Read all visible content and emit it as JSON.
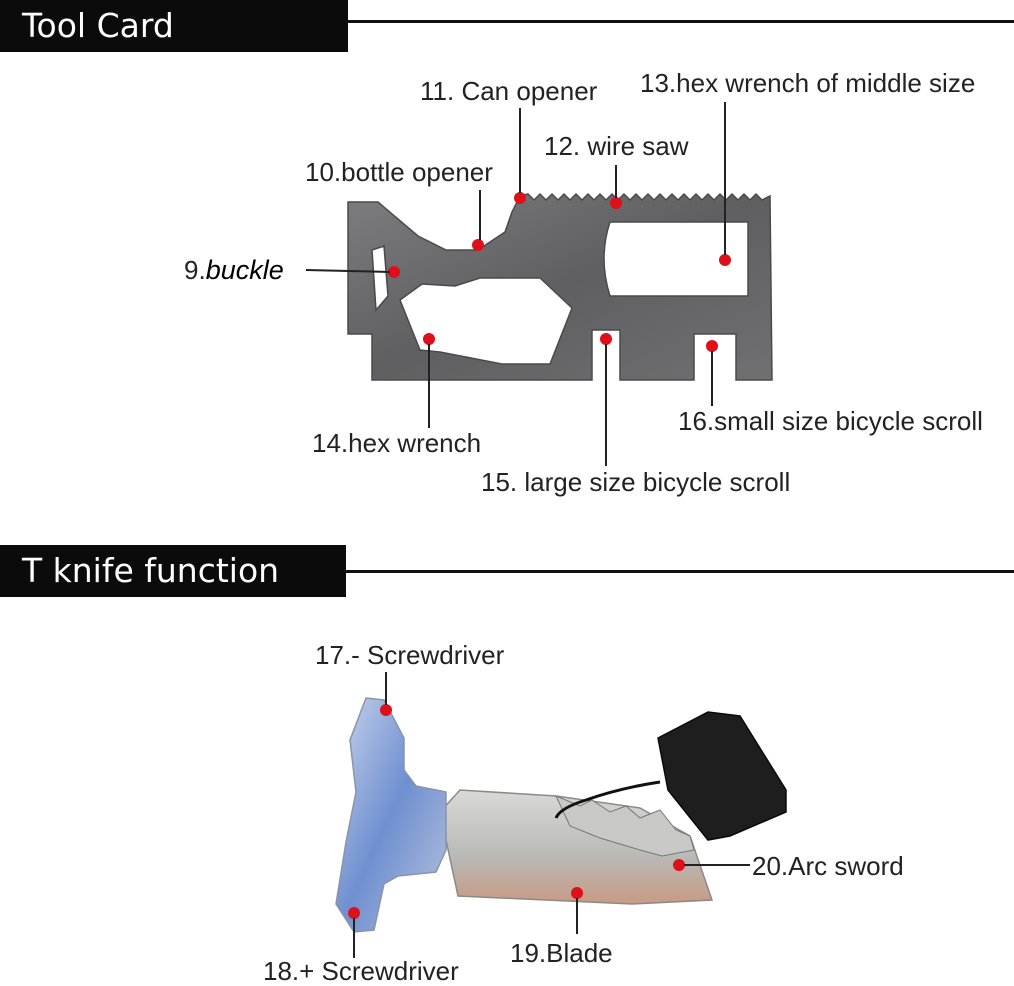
{
  "section1": {
    "title": "Tool Card Features",
    "labels": {
      "buckle_num": "9.",
      "buckle": "buckle",
      "bottle_opener": "10.bottle opener",
      "can_opener": "11. Can opener",
      "wire_saw": "12. wire saw",
      "hex_middle": "13.hex wrench of middle size",
      "hex_wrench": "14.hex wrench",
      "large_scroll": "15. large size bicycle scroll",
      "small_scroll": "16.small size bicycle scroll"
    }
  },
  "section2": {
    "title": "T knife function",
    "labels": {
      "minus_screwdriver": "17.- Screwdriver",
      "plus_screwdriver": "18.+ Screwdriver",
      "blade": "19.Blade",
      "arc_sword": "20.Arc sword"
    }
  },
  "colors": {
    "header_bg": "#0b0b0b",
    "marker": "#e0101a",
    "card": "#6e6e70"
  }
}
